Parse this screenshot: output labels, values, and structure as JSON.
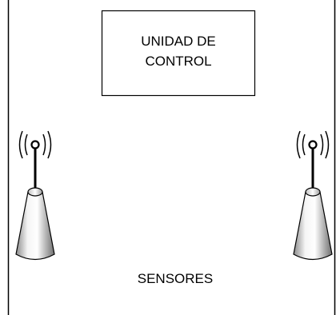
{
  "diagram": {
    "control_unit": {
      "line1": "UNIDAD DE",
      "line2": "CONTROL"
    },
    "sensors_label": "SENSORES",
    "icons": {
      "left": "wireless-sensor-antenna-icon",
      "right": "wireless-sensor-antenna-icon"
    },
    "colors": {
      "stroke": "#000000",
      "background": "#ffffff"
    }
  }
}
